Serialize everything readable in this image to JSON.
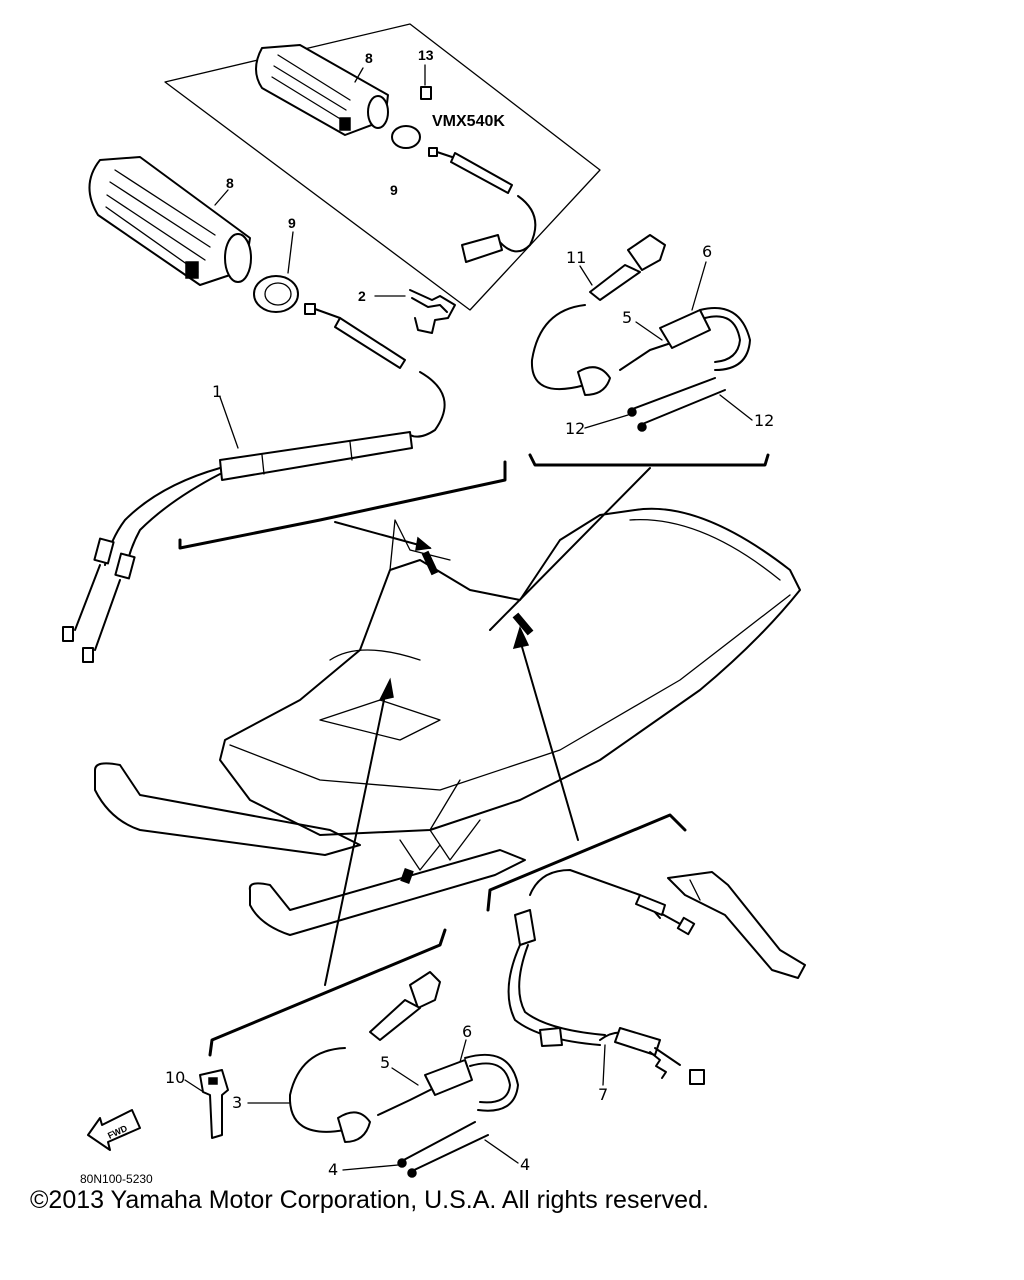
{
  "diagram": {
    "model_label": "VMX540K",
    "drawing_code": "80N100-5230",
    "fwd_label": "FWD",
    "callouts": {
      "p1": "1",
      "p2": "2",
      "p3": "3",
      "p4a": "4",
      "p4b": "4",
      "p5a": "5",
      "p5b": "5",
      "p6a": "6",
      "p6b": "6",
      "p7": "7",
      "p8a": "8",
      "p8b": "8",
      "p9a": "9",
      "p9b": "9",
      "p10": "10",
      "p11": "11",
      "p12a": "12",
      "p12b": "12",
      "p13": "13"
    }
  },
  "footer": {
    "copyright": "©2013 Yamaha Motor Corporation, U.S.A. All rights reserved."
  }
}
